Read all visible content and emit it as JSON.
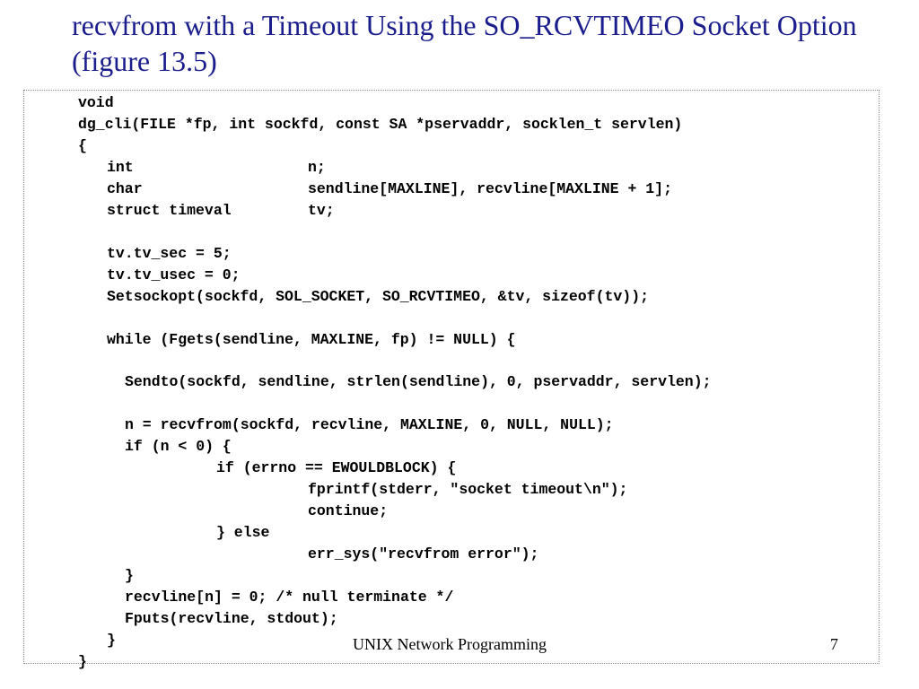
{
  "slide": {
    "title": "recvfrom with a Timeout Using the SO_RCVTIMEO Socket Option (figure 13.5)",
    "footer": "UNIX Network Programming",
    "page_number": "7"
  },
  "code": {
    "l01": "void",
    "l02": "dg_cli(FILE *fp, int sockfd, const SA *pservaddr, socklen_t servlen)",
    "l03": "{",
    "l04_type": "int",
    "l04_var": "n;",
    "l05_type": "char",
    "l05_var": "sendline[MAXLINE], recvline[MAXLINE + 1];",
    "l06_type": "struct timeval",
    "l06_var": "tv;",
    "l07": "tv.tv_sec = 5;",
    "l08": "tv.tv_usec = 0;",
    "l09": "Setsockopt(sockfd, SOL_SOCKET, SO_RCVTIMEO, &tv, sizeof(tv));",
    "l10": "while (Fgets(sendline, MAXLINE, fp) != NULL) {",
    "l11": "Sendto(sockfd, sendline, strlen(sendline), 0, pservaddr, servlen);",
    "l12": "n = recvfrom(sockfd, recvline, MAXLINE, 0, NULL, NULL);",
    "l13": "if (n < 0) {",
    "l14": "if (errno == EWOULDBLOCK) {",
    "l15": "fprintf(stderr, \"socket timeout\\n\");",
    "l16": "continue;",
    "l17": "} else",
    "l18": "err_sys(\"recvfrom error\");",
    "l19": "}",
    "l20": "recvline[n] = 0; /* null terminate */",
    "l21": "Fputs(recvline, stdout);",
    "l22": "}",
    "l23": "}"
  }
}
